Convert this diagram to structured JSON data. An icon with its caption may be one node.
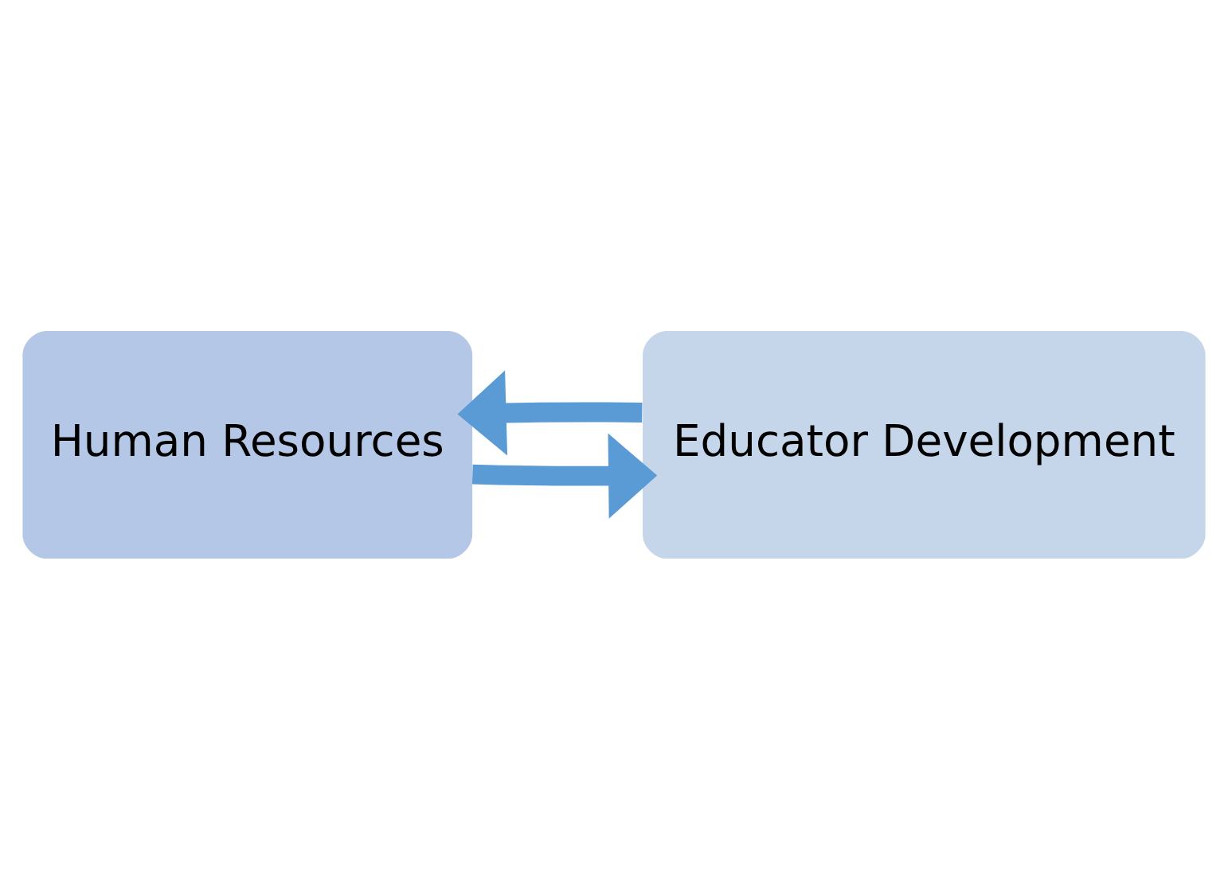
{
  "diagram": {
    "nodes": [
      {
        "text": [
          "Human Resources"
        ]
      },
      {
        "text": [
          "Educator Development"
        ]
      }
    ],
    "edges": [
      {
        "from": 0,
        "to": 1,
        "arrow": "to"
      },
      {
        "from": 1,
        "to": 0,
        "arrow": "to"
      }
    ]
  }
}
